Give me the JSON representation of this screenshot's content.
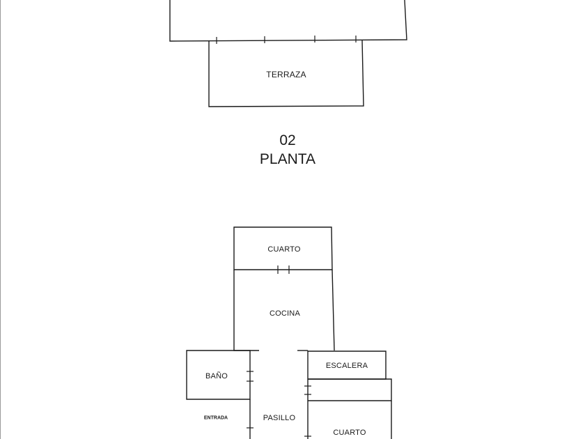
{
  "floor_number": "02",
  "floor_label": "PLANTA",
  "rooms": {
    "terraza": "TERRAZA",
    "cuarto_top": "CUARTO",
    "cocina": "COCINA",
    "bano": "BAÑO",
    "entrada": "ENTRADA",
    "pasillo": "PASILLO",
    "escalera": "ESCALERA",
    "cuarto_bottom": "CUARTO"
  },
  "colors": {
    "line": "#1a1a1a",
    "background": "#ffffff",
    "page_edge": "#9a9a9a"
  }
}
